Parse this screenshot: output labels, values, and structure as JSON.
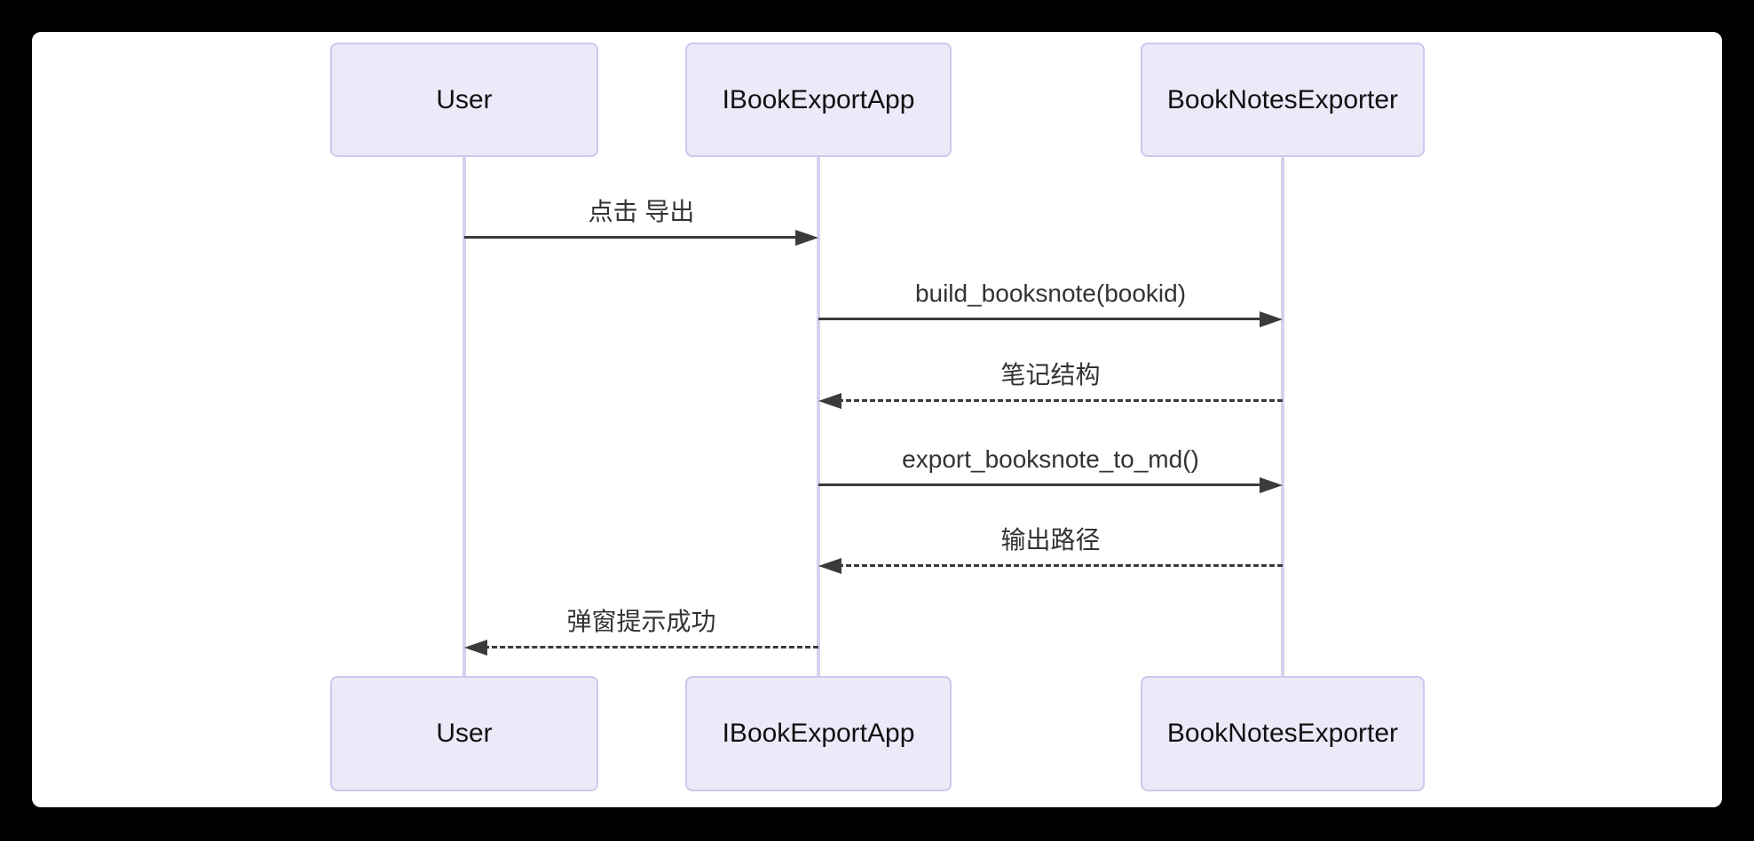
{
  "diagram": {
    "type": "sequence",
    "actors": [
      {
        "id": "user",
        "label": "User"
      },
      {
        "id": "app",
        "label": "IBookExportApp"
      },
      {
        "id": "exporter",
        "label": "BookNotesExporter"
      }
    ],
    "messages": [
      {
        "from": "User",
        "to": "IBookExportApp",
        "label": "点击 导出",
        "line": "solid",
        "direction": "right"
      },
      {
        "from": "IBookExportApp",
        "to": "BookNotesExporter",
        "label": "build_booksnote(bookid)",
        "line": "solid",
        "direction": "right"
      },
      {
        "from": "BookNotesExporter",
        "to": "IBookExportApp",
        "label": "笔记结构",
        "line": "dashed",
        "direction": "left"
      },
      {
        "from": "IBookExportApp",
        "to": "BookNotesExporter",
        "label": "export_booksnote_to_md()",
        "line": "solid",
        "direction": "right"
      },
      {
        "from": "BookNotesExporter",
        "to": "IBookExportApp",
        "label": "输出路径",
        "line": "dashed",
        "direction": "left"
      },
      {
        "from": "IBookExportApp",
        "to": "User",
        "label": "弹窗提示成功",
        "line": "dashed",
        "direction": "left"
      }
    ],
    "colors": {
      "page_bg": "#000000",
      "canvas_bg": "#FFFFFF",
      "actor_fill": "#ECEAF9",
      "actor_border": "#CFC7EC",
      "lifeline": "#D8D0EF",
      "arrow": "#3B3B3B",
      "message_text": "#333333",
      "actor_text": "#111111"
    }
  }
}
